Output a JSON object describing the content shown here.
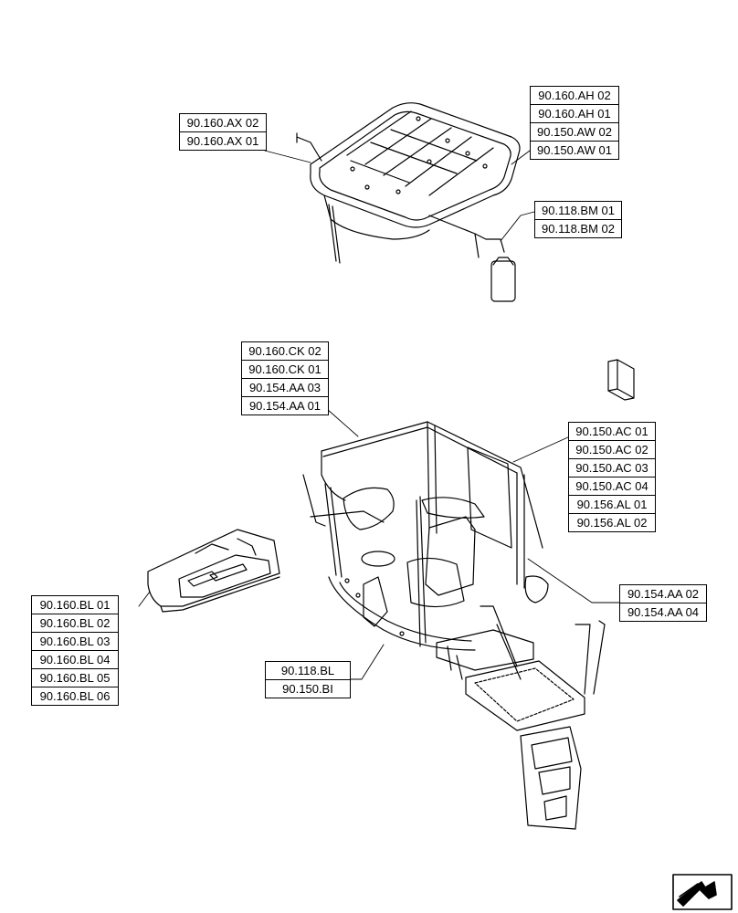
{
  "groups": {
    "roof_left": [
      "90.160.AX 02",
      "90.160.AX 01"
    ],
    "roof_right": [
      "90.160.AH 02",
      "90.160.AH 01",
      "90.150.AW 02",
      "90.150.AW 01"
    ],
    "washer": [
      "90.118.BM 01",
      "90.118.BM 02"
    ],
    "frame": [
      "90.160.CK 02",
      "90.160.CK 01",
      "90.154.AA 03",
      "90.154.AA 01"
    ],
    "cab_right": [
      "90.150.AC 01",
      "90.150.AC 02",
      "90.150.AC 03",
      "90.150.AC 04",
      "90.156.AL 01",
      "90.156.AL 02"
    ],
    "steps": [
      "90.154.AA 02",
      "90.154.AA 04"
    ],
    "console": [
      "90.160.BL 01",
      "90.160.BL 02",
      "90.160.BL 03",
      "90.160.BL 04",
      "90.160.BL 05",
      "90.160.BL 06"
    ],
    "floor": [
      "90.118.BL",
      "90.150.BI"
    ]
  },
  "navigation": {
    "icon": "next-page-arrow-icon"
  }
}
